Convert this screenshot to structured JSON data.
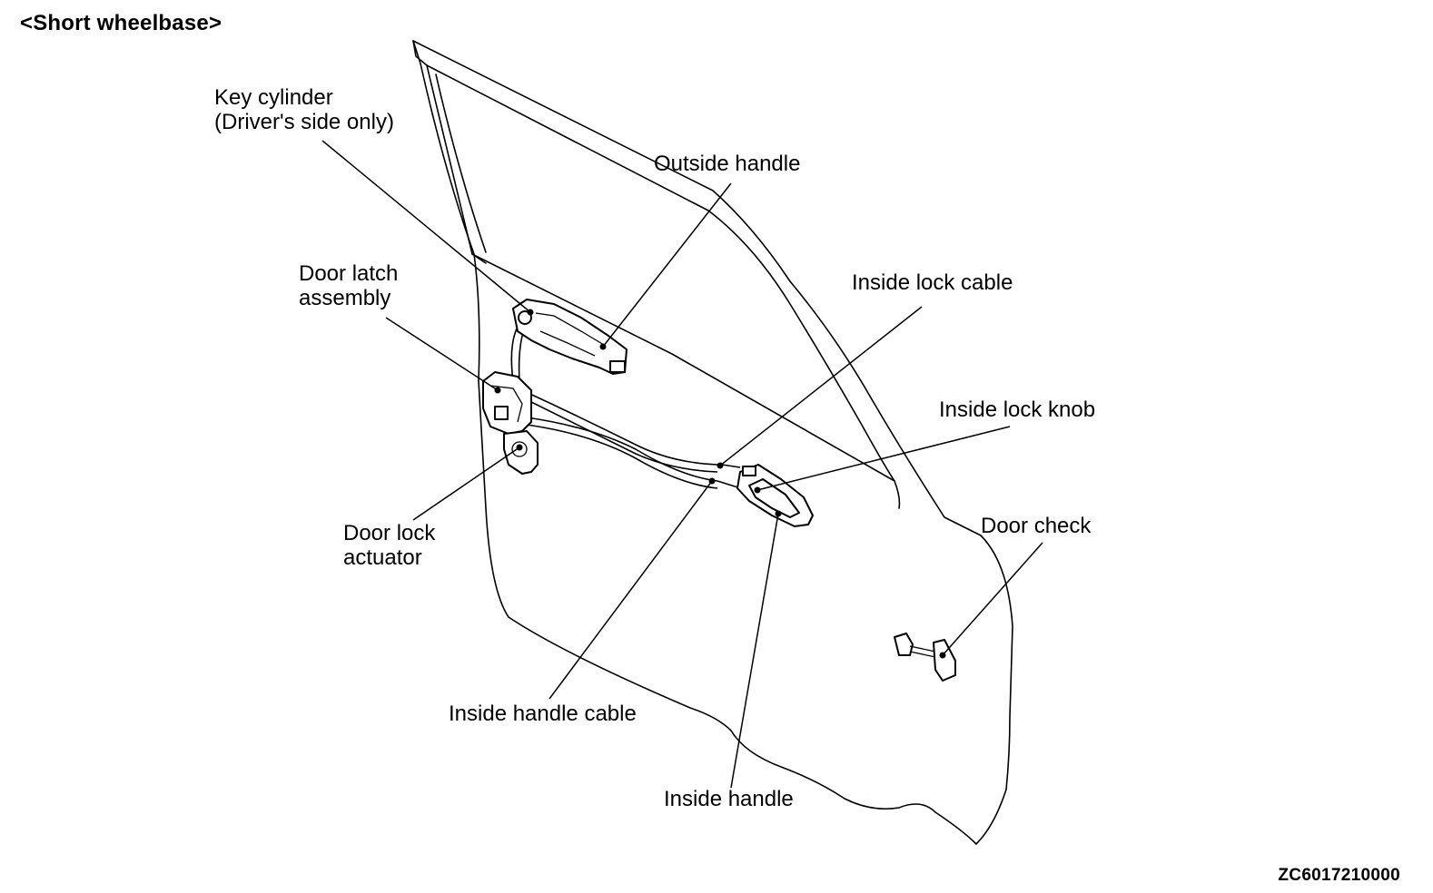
{
  "title": "<Short wheelbase>",
  "figure_code": "ZC6017210000",
  "labels": {
    "key_cylinder_line1": "Key cylinder",
    "key_cylinder_line2": "(Driver's side only)",
    "outside_handle": "Outside handle",
    "door_latch_line1": "Door latch",
    "door_latch_line2": "assembly",
    "inside_lock_cable": "Inside lock cable",
    "inside_lock_knob": "Inside lock knob",
    "door_check": "Door check",
    "door_lock_actuator_line1": "Door lock",
    "door_lock_actuator_line2": "actuator",
    "inside_handle_cable": "Inside handle cable",
    "inside_handle": "Inside handle"
  }
}
